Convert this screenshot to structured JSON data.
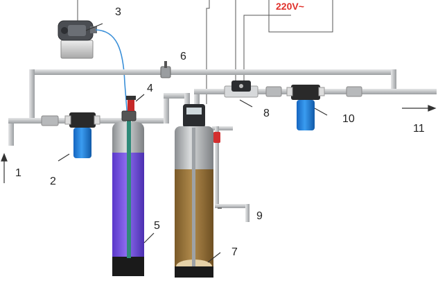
{
  "labels": {
    "inlet": "1",
    "prefilter": "2",
    "compressor": "3",
    "aeration_valve": "4",
    "bypass_valve": "6",
    "oxidation_tank": "5",
    "filter_tank": "7",
    "solenoid_valve": "8",
    "drain": "9",
    "postfilter": "10",
    "outlet": "11"
  },
  "power_label": "220V~",
  "colors": {
    "pipe": "#c4c6c8",
    "pipe_edge": "#9c9fa2",
    "filter_housing": "#1f86e0",
    "oxidation_tank": "#7a55e6",
    "filter_media": "#9c7a40",
    "wire": "#555555",
    "air_hose": "#3a8fd8",
    "power_text": "#e0302a"
  }
}
